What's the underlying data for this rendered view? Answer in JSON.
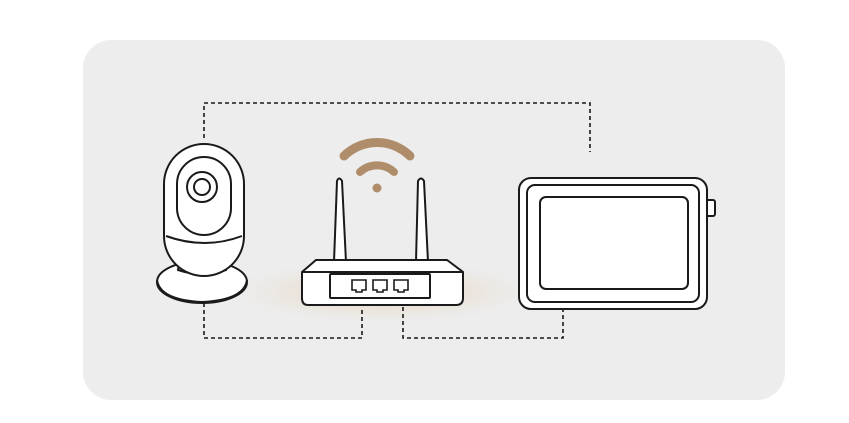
{
  "diagram": {
    "nodes": [
      {
        "id": "camera",
        "icon": "security-camera-icon"
      },
      {
        "id": "router",
        "icon": "wifi-router-icon"
      },
      {
        "id": "monitor",
        "icon": "display-monitor-icon"
      }
    ],
    "connections": [
      {
        "from": "camera",
        "to": "monitor",
        "style": "dashed"
      },
      {
        "from": "camera",
        "to": "router",
        "style": "dashed"
      },
      {
        "from": "router",
        "to": "monitor",
        "style": "dashed"
      }
    ],
    "wireless_signal": {
      "source": "router",
      "icon": "wifi-signal-icon"
    }
  },
  "colors": {
    "panel_background": "#ededed",
    "page_background": "#ffffff",
    "line": "#1a1a1a",
    "device_fill": "#ffffff",
    "accent": "#b08d6a",
    "glow": "#e8ddd0"
  }
}
